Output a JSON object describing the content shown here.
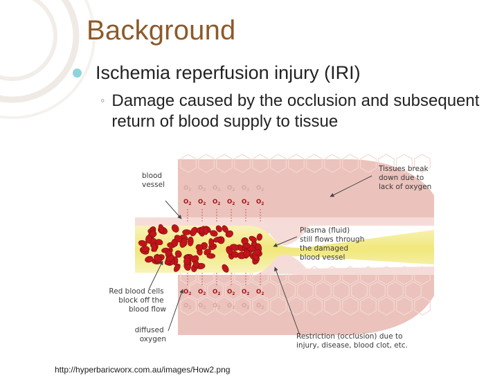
{
  "slide": {
    "title": "Background",
    "bullet": "Ischemia reperfusion injury (IRI)",
    "sub_bullet_marker": "◦",
    "sub_bullet": "Damage caused by the occlusion and subsequent return of blood supply to tissue"
  },
  "diagram": {
    "labels": {
      "blood_vessel": [
        "blood",
        "vessel"
      ],
      "tissues_break": [
        "Tissues break",
        "down due to",
        "lack of oxygen"
      ],
      "plasma": [
        "Plasma (fluid)",
        "still flows through",
        "the damaged",
        "blood vessel"
      ],
      "red_cells": [
        "Red blood cells",
        "block off the",
        "blood flow"
      ],
      "diffused": [
        "diffused",
        "oxygen"
      ],
      "restriction": [
        "Restriction (occlusion) due to",
        "injury, disease, blood clot, etc."
      ]
    },
    "oxygen_symbol": "O",
    "oxygen_subscript": "2",
    "colors": {
      "tissue": "#e7b7b0",
      "vessel_wall": "#f7e1de",
      "plasma": "#f4ee9a",
      "red_cell": "#c0141a"
    }
  },
  "source_url": "http://hyperbaricworx.com.au/images/How2.png"
}
